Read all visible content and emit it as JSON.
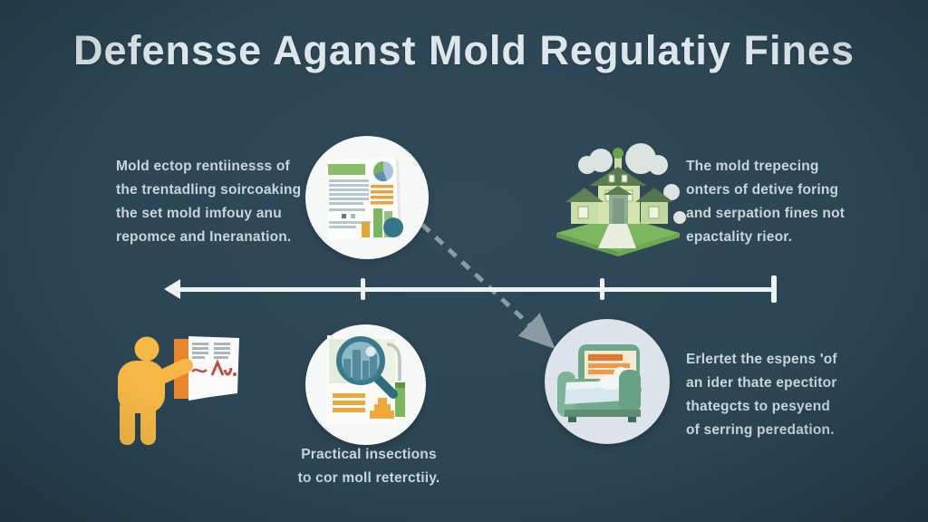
{
  "title": "Defensse Aganst Mold Regulatiy Fines",
  "blocks": {
    "top_left": {
      "lines": [
        "Mold ectop rentiinesss of",
        "the trentadling soircoaking",
        "the set mold imfouy anu",
        "repomce and Ineranation."
      ]
    },
    "top_right": {
      "lines": [
        "The mold trepecing",
        "onters of detive foring",
        "and serpation fines not",
        "epactality rieor."
      ]
    },
    "bottom_right": {
      "lines": [
        "Erlertet the espens 'of",
        "an ider thate epectitor",
        "thategcts to pesyend",
        "of serring peredation."
      ]
    },
    "bottom_caption": {
      "lines": [
        "Practical insections",
        "to cor moll reterctiiy."
      ]
    }
  },
  "icons": {
    "top_center": "report-chart-document-icon",
    "top_right": "green-house-icon",
    "bottom_left": "presenter-with-chart-icon",
    "bottom_center": "magnifier-inspection-icon",
    "bottom_right": "bed-icon",
    "connector": "diagonal-dashed-arrow",
    "axis": "timeline-left-arrow-with-ticks"
  },
  "timeline": {
    "tick_count": 3,
    "direction": "left"
  },
  "colors": {
    "background": "#2d4654",
    "title_text": "#dde6ec",
    "body_text": "#c8d5dd",
    "timeline": "#edf3f5",
    "dashed_arrow": "#8b9aa4",
    "circle_white": "#f6f8f8",
    "circle_light": "#dce3ea",
    "accent_orange": "#f0a73e",
    "accent_deep_orange": "#e8862d",
    "accent_green": "#7cb75f",
    "accent_teal": "#35758a",
    "house_green": "#d3e4ad",
    "bed_green": "#74a98e"
  }
}
